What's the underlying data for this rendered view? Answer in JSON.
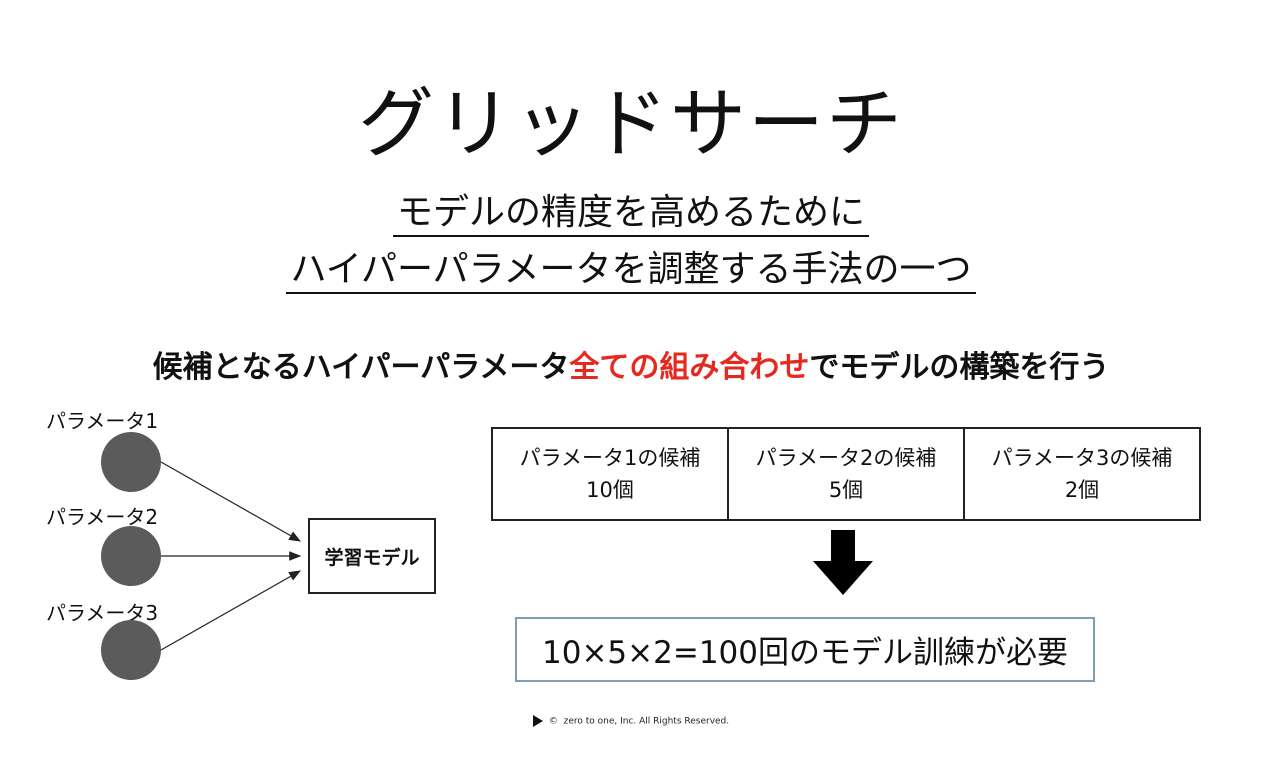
{
  "slide": {
    "title": "グリッドサーチ",
    "subtitle_line1": "モデルの精度を高めるために",
    "subtitle_line2": "ハイパーパラメータを調整する手法の一つ",
    "headline_pre": "候補となるハイパーパラメータ",
    "headline_accent": "全ての組み合わせ",
    "headline_post": "でモデルの構築を行う",
    "accent_color": "#e8281e"
  },
  "diagram": {
    "params": [
      {
        "label": "パラメータ1"
      },
      {
        "label": "パラメータ2"
      },
      {
        "label": "パラメータ3"
      }
    ],
    "model_label": "学習モデル",
    "node_color": "#5b5b5b"
  },
  "candidates": [
    {
      "name": "パラメータ1の候補",
      "count": "10個"
    },
    {
      "name": "パラメータ2の候補",
      "count": "5個"
    },
    {
      "name": "パラメータ3の候補",
      "count": "2個"
    }
  ],
  "result": {
    "text": "10×5×2=100回のモデル訓練が必要",
    "border_color": "#7f9fb7"
  },
  "footer": {
    "copyright_symbol": "©",
    "text": "zero to one, Inc. All Rights Reserved."
  }
}
